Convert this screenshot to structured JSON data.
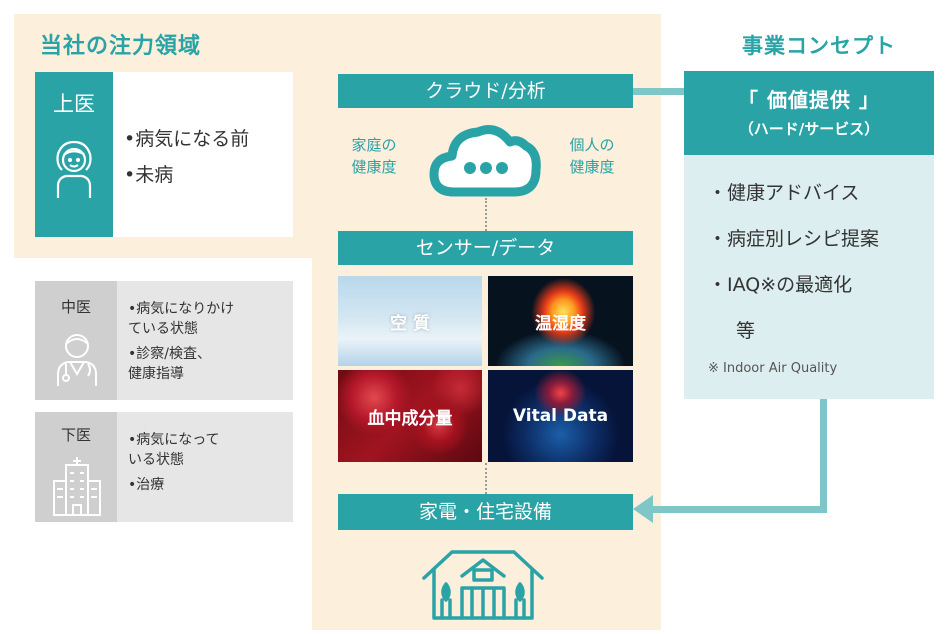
{
  "left": {
    "title": "当社の注力領域",
    "joui": {
      "label": "上医",
      "bullets": [
        "•病気になる前",
        "•未病"
      ]
    },
    "chui": {
      "label": "中医",
      "bullets": [
        "•病気になりかけ\nている状態",
        "•診察/検査、\n健康指導"
      ]
    },
    "geui": {
      "label": "下医",
      "bullets": [
        "•病気になって\nいる状態",
        "•治療"
      ]
    }
  },
  "center": {
    "cloud_bar": "クラウド/分析",
    "home_health": "家庭の\n健康度",
    "personal_health": "個人の\n健康度",
    "sensor_bar": "センサー/データ",
    "tiles": [
      "空 質",
      "温湿度",
      "血中成分量",
      "Vital Data"
    ],
    "home_bar": "家電・住宅設備"
  },
  "right": {
    "title": "事業コンセプト",
    "value_title": "「 価値提供 」",
    "value_sub": "（ハード/サービス）",
    "items": [
      "・健康アドバイス",
      "・病症別レシピ提案",
      "・IAQ※の最適化",
      "等"
    ],
    "note": "※ Indoor Air Quality"
  },
  "colors": {
    "accent": "#2aa3a6",
    "peach": "#fcefdc",
    "light_teal": "#ddeef0",
    "gray_card": "#e6e6e6",
    "connector": "#7ec6c8"
  },
  "icons": [
    "person-female-icon",
    "doctor-icon",
    "hospital-icon",
    "cloud-icon",
    "house-icon"
  ]
}
